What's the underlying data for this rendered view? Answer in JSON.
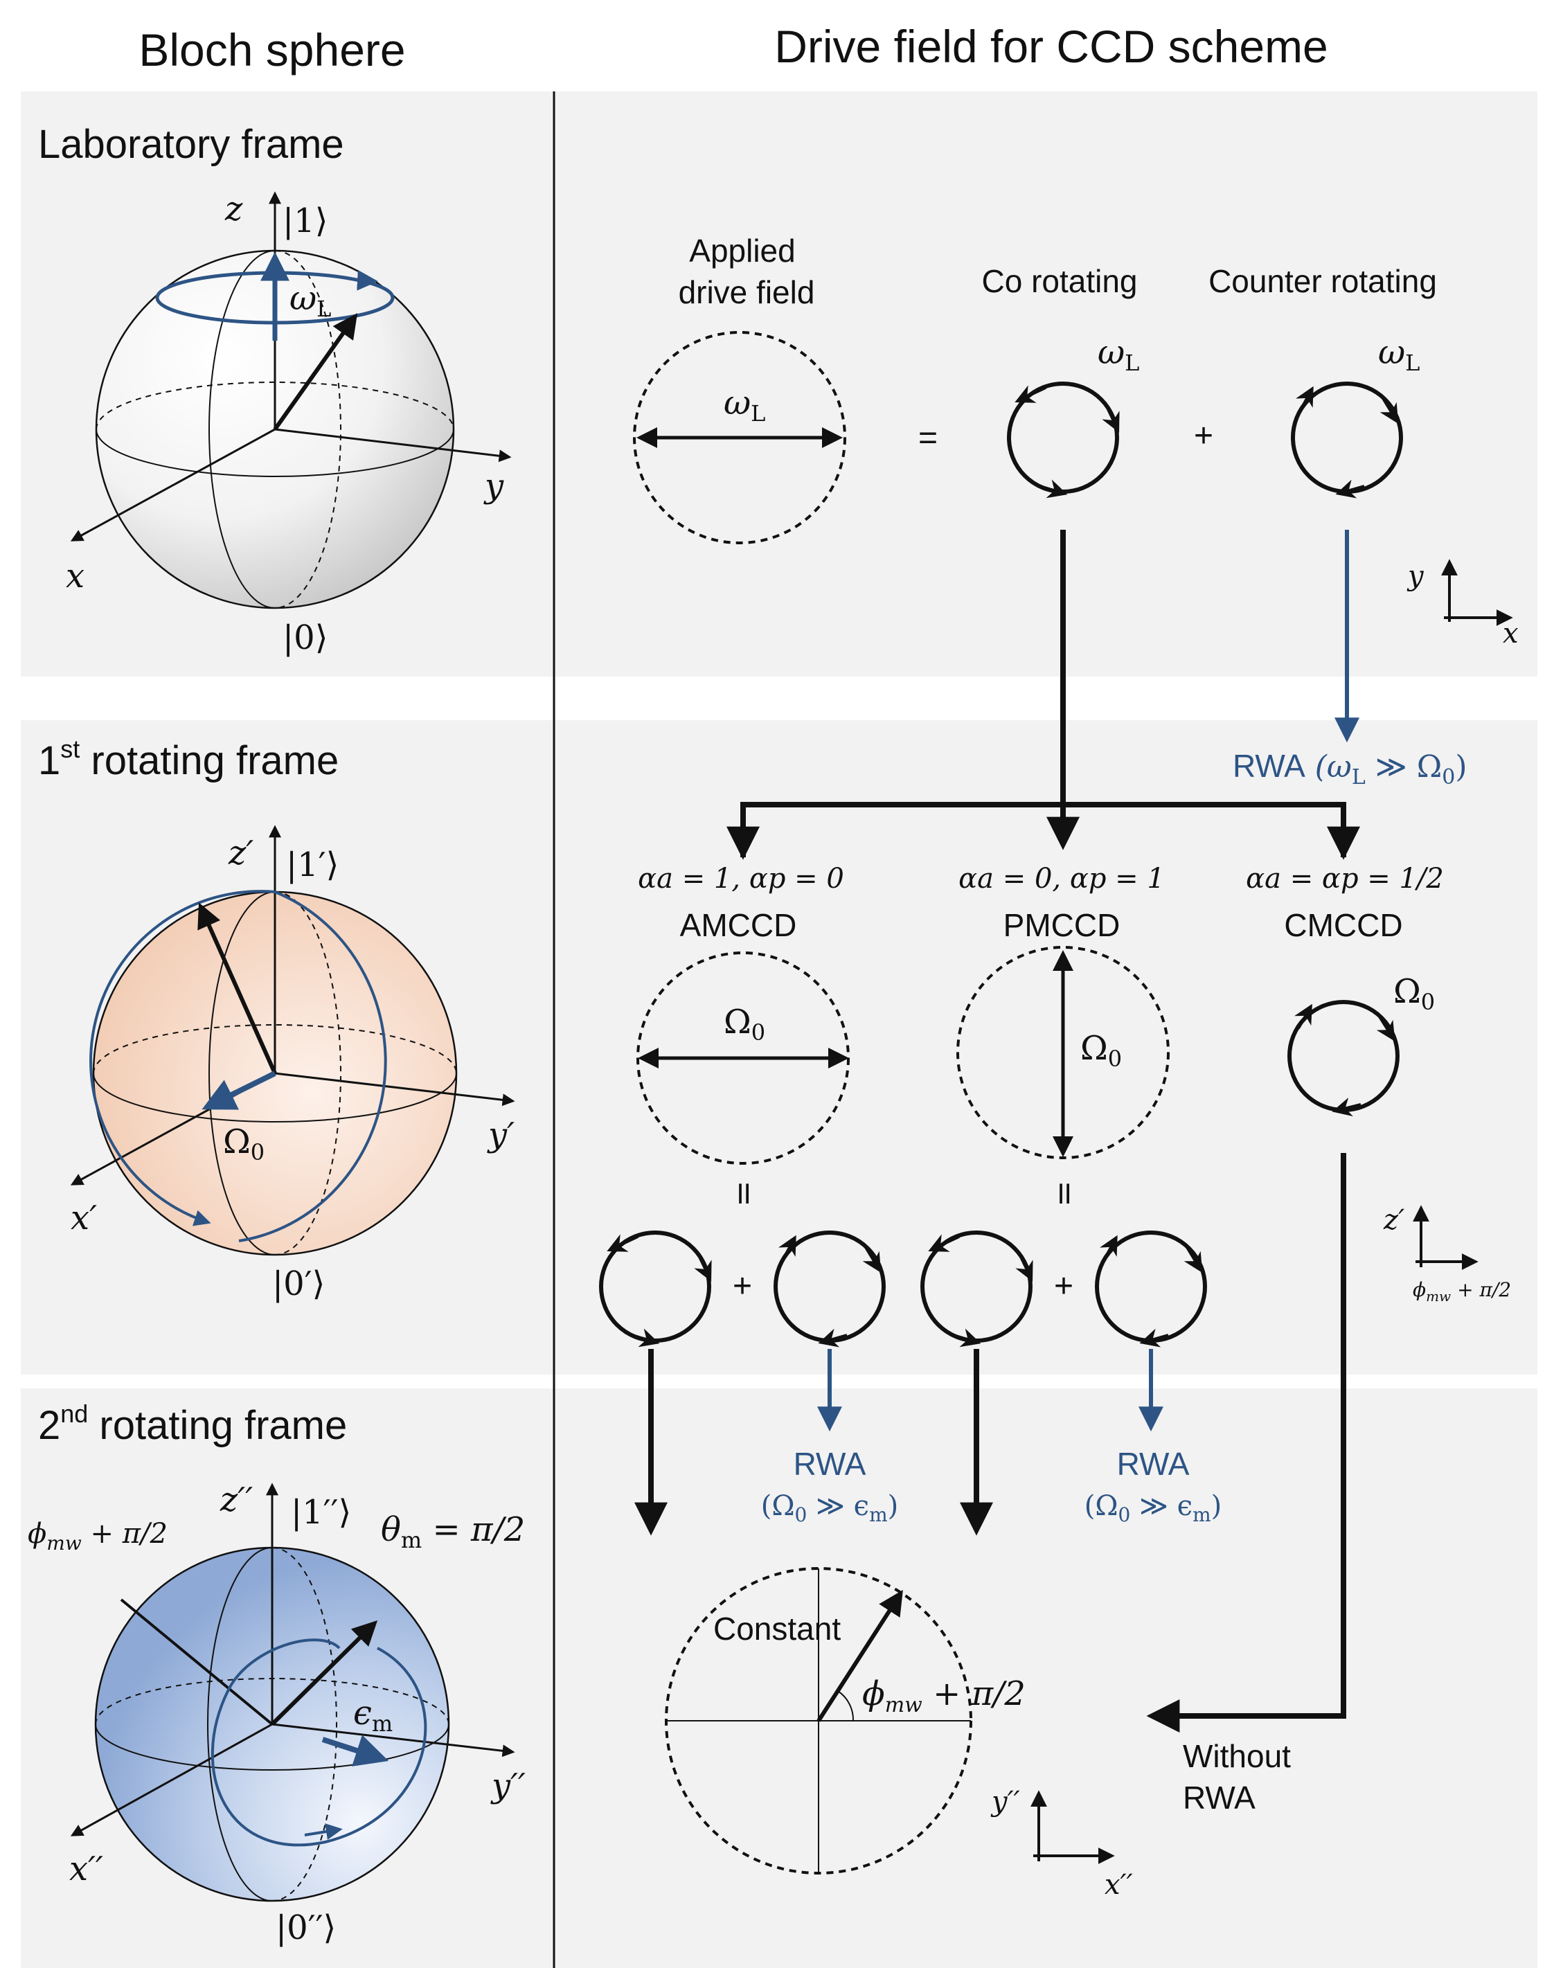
{
  "headings": {
    "left": "Bloch sphere",
    "right": "Drive field for CCD scheme"
  },
  "panels": {
    "lab": {
      "title": "Laboratory frame",
      "axes": {
        "x": "x",
        "y": "y",
        "z": "z"
      },
      "top_state": "|1⟩",
      "bottom_state": "|0⟩",
      "precession_symbol": "ω",
      "precession_sub": "L"
    },
    "first": {
      "num": "1",
      "sup": "st",
      "rest": " rotating frame",
      "axes": {
        "x": "x′",
        "y": "y′",
        "z": "z′"
      },
      "top_state": "|1′⟩",
      "bottom_state": "|0′⟩",
      "vector_symbol": "Ω",
      "vector_sub": "0"
    },
    "second": {
      "num": "2",
      "sup": "nd",
      "rest": "  rotating frame",
      "axes": {
        "x": "x′′",
        "y": "y′′",
        "z": "z′′"
      },
      "top_state": "|1′′⟩",
      "bottom_state": "|0′′⟩",
      "phase_symbol": "ϕ",
      "phase_sub": "mw",
      "phase_rest": " + π/2",
      "theta_symbol": "θ",
      "theta_sub": "m",
      "theta_rest": " = π/2",
      "eps_symbol": "ϵ",
      "eps_sub": "m"
    }
  },
  "drive": {
    "applied_line1": "Applied",
    "applied_line2": "drive field",
    "co_label": "Co rotating",
    "counter_label": "Counter rotating",
    "omega_symbol": "ω",
    "omega_sub": "L",
    "omega0_symbol": "Ω",
    "omega0_sub": "0",
    "equals": "=",
    "equals_vertical": "॥",
    "plus": "+",
    "lab_axes": {
      "x": "x",
      "y": "y"
    },
    "rwa_label": "RWA",
    "rwa_cond_1": " (ω",
    "rwa_cond_1_sub": "L",
    "rwa_cond_1_rest": " ≫ Ω",
    "rwa_cond_1_sub2": "0",
    "rwa_cond_1_end": ")",
    "rwa_cond_2a": "(Ω",
    "rwa_cond_2a_sub": "0",
    "rwa_cond_2b": " ≫ ϵ",
    "rwa_cond_2b_sub": "m",
    "rwa_cond_2c": ")",
    "first_axes": {
      "z": "z′",
      "phase_symbol": "ϕ",
      "phase_sub": "mw",
      "phase_rest": " + π/2"
    },
    "without_rwa_1": "Without",
    "without_rwa_2": "RWA",
    "constant_label": "Constant",
    "phase_symbol": "ϕ",
    "phase_sub": "mw",
    "phase_rest": " + π/2",
    "second_axes": {
      "x": "x′′",
      "y": "y′′"
    }
  },
  "schemes": [
    {
      "name": "AMCCD",
      "params": "αa = 1, αp = 0"
    },
    {
      "name": "PMCCD",
      "params": "αa = 0, αp = 1"
    },
    {
      "name": "CMCCD",
      "params": "αa = αp = 1/2"
    }
  ],
  "colors": {
    "accent": "#2d5485",
    "panel_bg": "#f2f2f2",
    "first_frame_sphere": "#f1c8ae",
    "second_frame_sphere": "#8ea9d6"
  }
}
